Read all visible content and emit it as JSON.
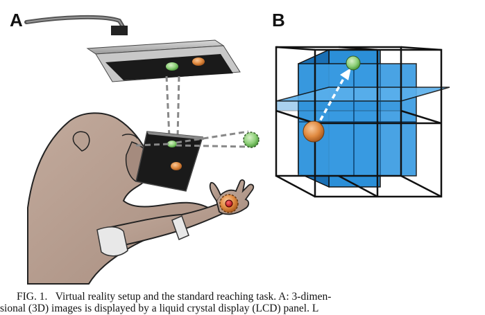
{
  "panels": {
    "a": "A",
    "b": "B"
  },
  "caption": {
    "fig_label": "FIG. 1.",
    "line1": "Virtual reality setup and the standard reaching task. A: 3-dimen-",
    "line2": "sional (3D) images is displayed by a liquid crystal display (LCD) panel. L"
  },
  "colors": {
    "skin": "#b39a8c",
    "skin_dark": "#8a7266",
    "panel_black": "#1a1a1a",
    "cube_blue": "#2b8fd8",
    "target_green": "#8fd07a",
    "cursor_orange": "#e08a40",
    "marker_red": "#d8202a"
  }
}
